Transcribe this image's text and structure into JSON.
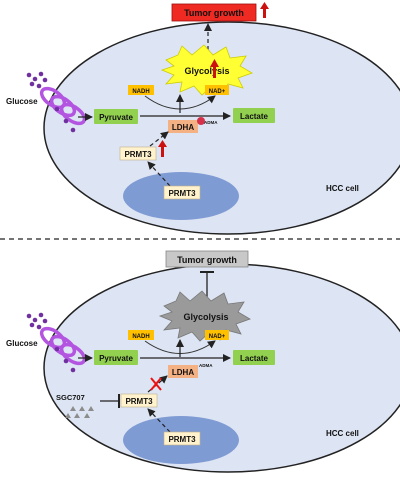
{
  "top_panel": {
    "outcome": "Tumor growth",
    "glycolysis": "Glycolysis",
    "nadh": "NADH",
    "nad_plus": "NAD+",
    "glucose": "Glucose",
    "pyruvate": "Pyruvate",
    "lactate": "Lactate",
    "ldha": "LDHA",
    "adma": "ADMA",
    "prmt3_cyto": "PRMT3",
    "prmt3_nucleus": "PRMT3",
    "cell_label": "HCC cell"
  },
  "bottom_panel": {
    "outcome": "Tumor growth",
    "glycolysis": "Glycolysis",
    "nadh": "NADH",
    "nad_plus": "NAD+",
    "glucose": "Glucose",
    "pyruvate": "Pyruvate",
    "lactate": "Lactate",
    "ldha": "LDHA",
    "adma": "ADMA",
    "inhibitor": "SGC707",
    "prmt3_cyto": "PRMT3",
    "prmt3_nucleus": "PRMT3",
    "cell_label": "HCC cell"
  },
  "colors": {
    "cell_fill": "#dde4f3",
    "nucleus_fill": "#7f9bd4",
    "tumor_up": "#ee2a22",
    "tumor_down": "#c8c8c8",
    "glycolysis_up": "#ffff33",
    "glycolysis_down": "#9a9a9a",
    "cofactor": "#ffc000",
    "metabolite": "#92d050",
    "ldha": "#f4b183",
    "prmt3": "#fff2cc",
    "adma": "#d6314a",
    "transporter": "#b355e0",
    "up_arrow": "#cc1111",
    "inhibited_x": "#ee1111"
  },
  "icons": [
    "glucose-transporter-icon",
    "glucose-molecule-icon",
    "up-arrow-icon",
    "inhibition-bar-icon",
    "inhibition-x-icon",
    "sgc707-triangle-icon"
  ]
}
